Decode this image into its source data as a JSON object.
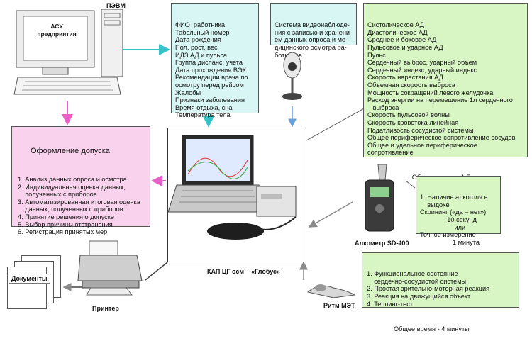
{
  "pc": {
    "top_label": "ПЭВМ",
    "screen_label": "АСУ\nпредприятия"
  },
  "worker_data": {
    "lines": [
      "ФИО  работника",
      "Табельный номер",
      "Дата рождения",
      "Пол, рост, вес",
      "ИДЗ АД и пульса",
      "Группа диспанс. учета",
      "Дата прохождения ВЭК",
      "Рекомендации врача по",
      "осмотру перед рейсом",
      "Жалобы",
      "Признаки заболевания",
      "Время отдыха, сна",
      "Температура тела"
    ]
  },
  "video_system": {
    "lines": [
      "Система видеонаблюде-",
      "ния с записью и хранени-",
      "ем данных опроса и ме-",
      "дицинского осмотра ра-",
      "ботников"
    ]
  },
  "cardio_params": {
    "lines": [
      "Систолическое АД",
      "Диастолическое АД",
      "Среднее и боковое АД",
      "Пульсовое и ударное АД",
      "Пульс",
      "Сердечный выброс, ударный объем",
      "Сердечный индекс, ударный индекс",
      "Скорость нарастания АД",
      "Объемная скорость выброса",
      "Мощность сокращений левого желудочка",
      "Расход энергии на перемещение 1л сердечного",
      "   выброса",
      "Скорость пульсовой волны",
      "Скорость кровотока линейная",
      "Податливость сосудистой системы",
      "Общее периферическое сопротивление сосудов",
      "Общее и удельное периферическое",
      "сопротивление"
    ],
    "total": "Общее время – 1,5 минуты"
  },
  "admission": {
    "title": "Оформление допуска",
    "items": [
      "1. Анализ данных опроса и осмотра",
      "2. Индивидуальная оценка данных,",
      "    полученных с приборов",
      "3. Автоматизированная итоговая оценка",
      "    данных, полученных с приборов",
      "4. Принятие решения о допуске",
      "5. Выбор причины отстранения",
      "6. Регистрация принятых мер"
    ]
  },
  "main_device": {
    "label": "КАП ЦГ осм – «Глобус»"
  },
  "alcometer": {
    "label": "Алкометр SD-400",
    "lines": [
      "1. Наличие алкоголя в",
      "    выдохе",
      "Скрининг («да – нет»)",
      "               10 секунд",
      "                   или",
      "Точное измерение",
      "                  1 минута"
    ]
  },
  "ritm": {
    "label": "Ритм МЭТ",
    "lines": [
      "1. Функциональное состояние",
      "    сердечно-сосудистой системы",
      "2. Простая зрительно-моторная реакция",
      "3. Реакция на движущийся объект",
      "4. Теппинг-тест"
    ],
    "total": "Общее время - 4 минуты"
  },
  "printer": {
    "label": "Принтер",
    "documents_label": "Документы"
  },
  "colors": {
    "cyan_box": "#d7f6f4",
    "green_box": "#d8f5c4",
    "pink_box": "#f9d3ee",
    "cyan_arrow": "#33c3c8",
    "pink_arrow": "#e85fc8",
    "grey_arrow": "#8a8a8a",
    "blue_arrow": "#6b9fd8"
  }
}
